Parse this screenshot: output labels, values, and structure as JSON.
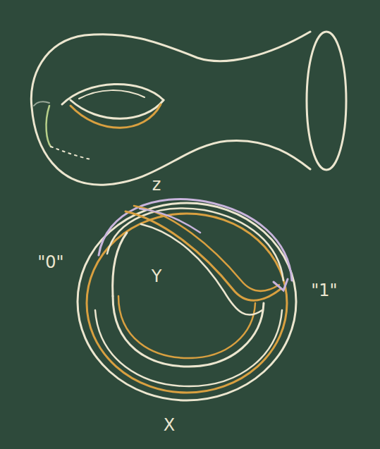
{
  "diagram": {
    "labels": [
      "z",
      "\"0\"",
      "Y",
      "\"1\"",
      "X"
    ]
  }
}
